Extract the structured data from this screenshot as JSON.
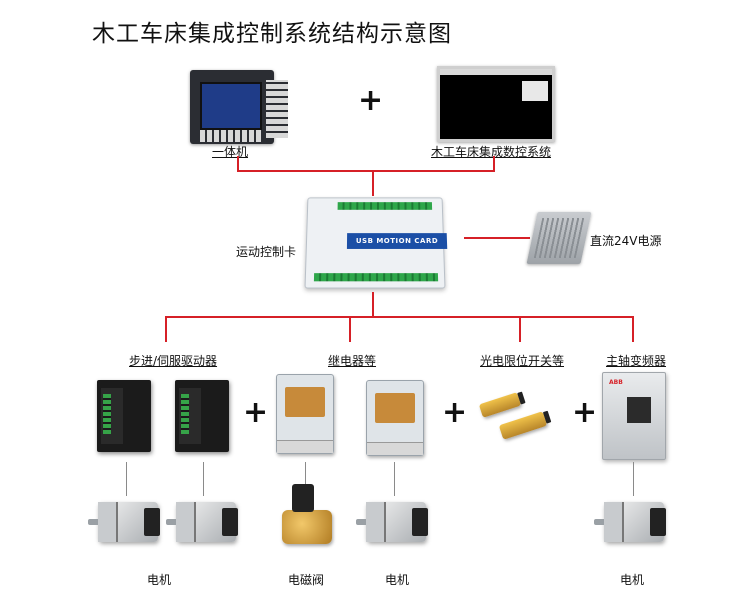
{
  "title": "木工车床集成控制系统结构示意图",
  "labels": {
    "all_in_one": "一体机",
    "integrated_cnc": "木工车床集成数控系统",
    "motion_card": "运动控制卡",
    "psu": "直流24V电源",
    "driver": "步进/伺服驱动器",
    "relay": "继电器等",
    "limit_switch": "光电限位开关等",
    "spindle_inverter": "主轴变频器",
    "motor_1": "电机",
    "solenoid_valve": "电磁阀",
    "motor_2": "电机",
    "motor_3": "电机"
  },
  "plus": "+",
  "card_text": "USB MOTION CARD",
  "inverter_logo": "ABB",
  "colors": {
    "connector_red": "#d62027",
    "connector_gray": "#8a8a8a"
  }
}
